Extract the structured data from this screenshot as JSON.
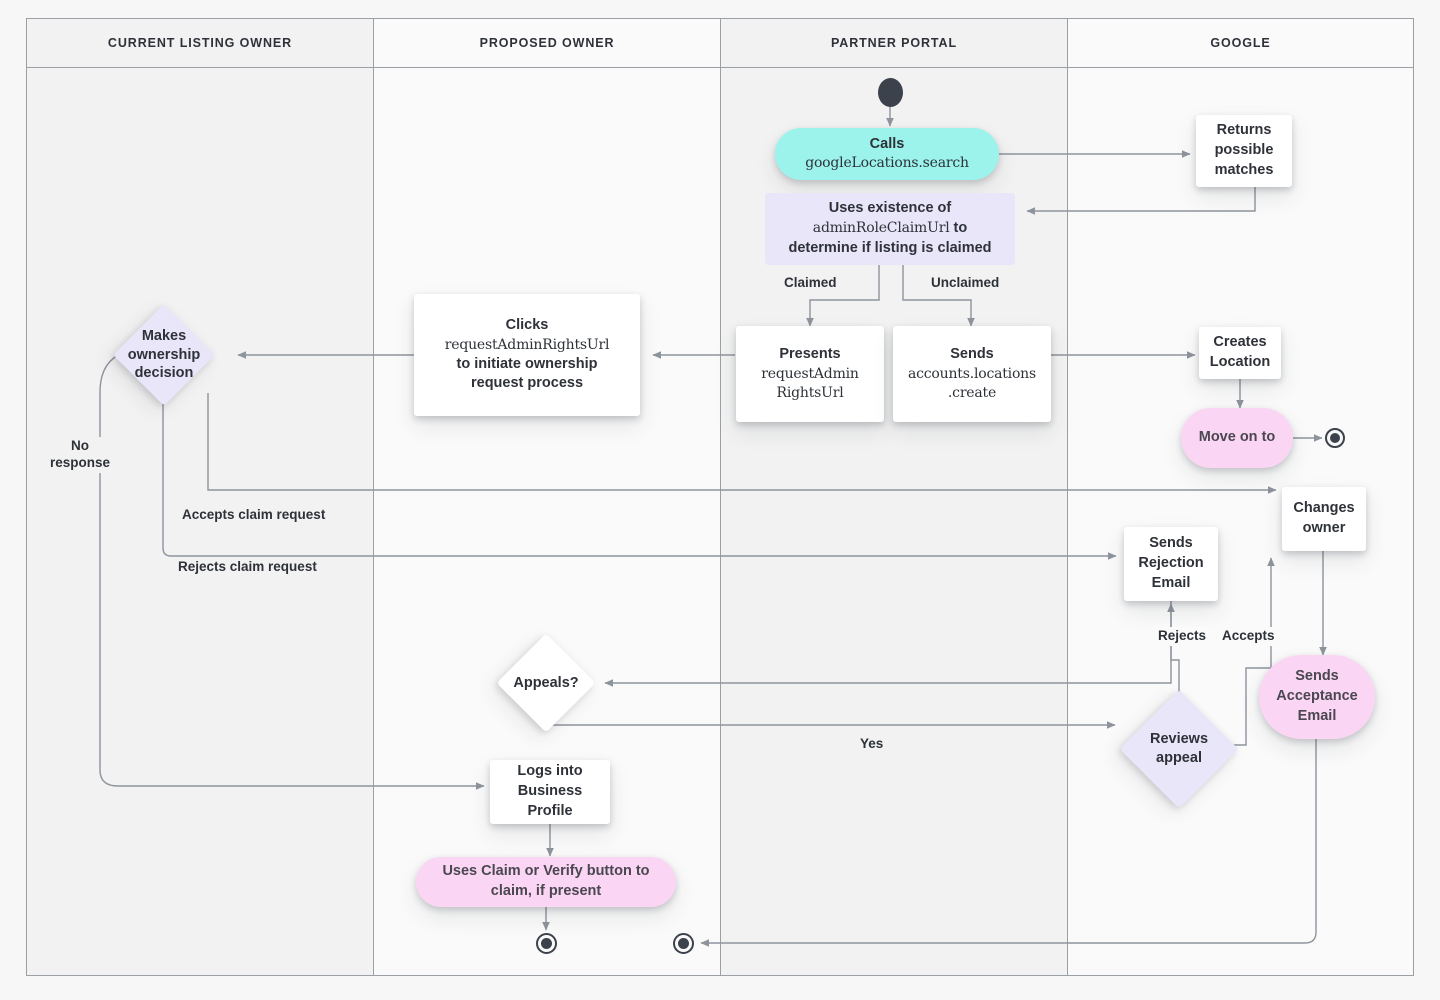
{
  "diagram": {
    "title": "Business Profile listing ownership transfer flow",
    "type": "swimlane-flowchart",
    "colors": {
      "cyan": "#9bf3ec",
      "pink": "#fbd6f4",
      "lilac": "#eae6fa",
      "white": "#ffffff",
      "edge": "#8e949c",
      "text": "#2e3238",
      "background": "#f7f7f7",
      "lane_alt": "#f2f2f2"
    }
  },
  "lanes": [
    {
      "id": "current-listing-owner",
      "label": "CURRENT LISTING OWNER"
    },
    {
      "id": "proposed-owner",
      "label": "PROPOSED OWNER"
    },
    {
      "id": "partner-portal",
      "label": "PARTNER PORTAL"
    },
    {
      "id": "google",
      "label": "GOOGLE"
    }
  ],
  "nodes": {
    "start": {
      "shape": "start-dot",
      "lane": "partner-portal"
    },
    "calls_search": {
      "shape": "pill",
      "fill": "cyan",
      "lane": "partner-portal",
      "line1": "Calls",
      "line2": "googleLocations.search"
    },
    "returns_matches": {
      "shape": "rect",
      "fill": "white",
      "lane": "google",
      "text": "Returns possible matches"
    },
    "uses_existence": {
      "shape": "rect",
      "fill": "lilac",
      "lane": "partner-portal",
      "line1": "Uses existence of",
      "line2": "adminRoleClaimUrl",
      "line2_tail": " to",
      "line3": "determine if listing is claimed"
    },
    "presents_url": {
      "shape": "rect",
      "fill": "white",
      "lane": "partner-portal",
      "line1": "Presents",
      "line2": "requestAdmin",
      "line3": "RightsUrl"
    },
    "sends_create": {
      "shape": "rect",
      "fill": "white",
      "lane": "partner-portal",
      "line1": "Sends",
      "line2": "accounts.locations",
      "line3": ".create"
    },
    "clicks_url": {
      "shape": "rect",
      "fill": "white",
      "lane": "proposed-owner",
      "line1": "Clicks",
      "line2": "requestAdminRightsUrl",
      "line3": "to initiate ownership",
      "line4": "request process"
    },
    "makes_decision": {
      "shape": "diamond",
      "fill": "lilac",
      "lane": "current-listing-owner",
      "text": "Makes ownership decision"
    },
    "creates_location": {
      "shape": "rect",
      "fill": "white",
      "lane": "google",
      "text": "Creates Location"
    },
    "move_on_to": {
      "shape": "pill",
      "fill": "pink",
      "lane": "google",
      "text": "Move on to"
    },
    "end_google": {
      "shape": "end-dot",
      "lane": "google"
    },
    "changes_owner": {
      "shape": "rect",
      "fill": "white",
      "lane": "google",
      "text": "Changes owner"
    },
    "sends_rejection": {
      "shape": "rect",
      "fill": "white",
      "lane": "google",
      "text": "Sends Rejection Email"
    },
    "sends_acceptance": {
      "shape": "pill",
      "fill": "pink",
      "lane": "google",
      "text": "Sends Acceptance Email"
    },
    "reviews_appeal": {
      "shape": "diamond",
      "fill": "lilac",
      "lane": "google",
      "text": "Reviews appeal"
    },
    "appeals": {
      "shape": "diamond",
      "fill": "white",
      "lane": "proposed-owner",
      "text": "Appeals?"
    },
    "logs_into": {
      "shape": "rect",
      "fill": "white",
      "lane": "proposed-owner",
      "text": "Logs into Business Profile"
    },
    "uses_claim_verify": {
      "shape": "pill",
      "fill": "pink",
      "lane": "proposed-owner",
      "line1": "Uses Claim or Verify button to",
      "line2": "claim, if present"
    },
    "end_proposed": {
      "shape": "end-dot",
      "lane": "proposed-owner"
    },
    "end_partner": {
      "shape": "end-dot",
      "lane": "partner-portal"
    }
  },
  "edge_labels": {
    "claimed": "Claimed",
    "unclaimed": "Unclaimed",
    "no_response": "No\nresponse",
    "accepts_claim_request": "Accepts claim request",
    "rejects_claim_request": "Rejects claim request",
    "rejects": "Rejects",
    "accepts": "Accepts",
    "yes": "Yes"
  }
}
